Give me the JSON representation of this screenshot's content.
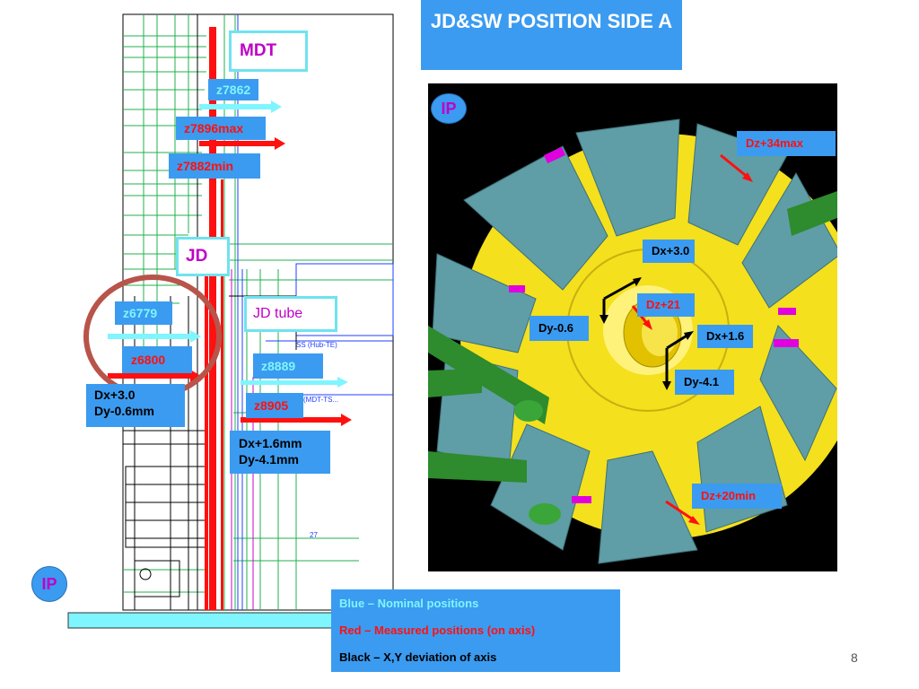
{
  "slide": {
    "title": "JD&SW POSITION SIDE A",
    "page_number": "8"
  },
  "left_drawing": {
    "ip_label": "IP",
    "mdt_label": "MDT",
    "jd_label": "JD",
    "jd_tube_label": "JD tube",
    "z7862": "z7862",
    "z7896max": "z7896max",
    "z7882min": "z7882min",
    "z6779": "z6779",
    "z6800": "z6800",
    "z8889": "z8889",
    "z8905": "z8905",
    "dev_left_line1": "Dx+3.0",
    "dev_left_line2": "Dy-0.6mm",
    "dev_right_line1": "Dx+1.6mm",
    "dev_right_line2": "Dy-4.1mm",
    "drawing_text_1": "SS (Hub-TE)",
    "drawing_text_2": "(MDT-TS...",
    "drawing_text_3": "27"
  },
  "right_photo": {
    "ip_label": "IP",
    "dz_max": "Dz+34max",
    "dx_30": "Dx+3.0",
    "dz_21": "Dz+21",
    "dy_06": "Dy-0.6",
    "dx_16": "Dx+1.6",
    "dy_41": "Dy-4.1",
    "dz_min": "Dz+20min"
  },
  "legend": {
    "blue": "Blue – Nominal positions",
    "red": "Red – Measured positions (on axis)",
    "black": "Black – X,Y deviation of axis"
  },
  "colors": {
    "box_blue": "#3b9bf0",
    "nominal_cyan": "#7ff5ff",
    "measured_red": "#ff1010",
    "label_magenta": "#c000c8",
    "jd_yellow": "#f4e01c",
    "chamber_teal": "#5f9ea6"
  }
}
